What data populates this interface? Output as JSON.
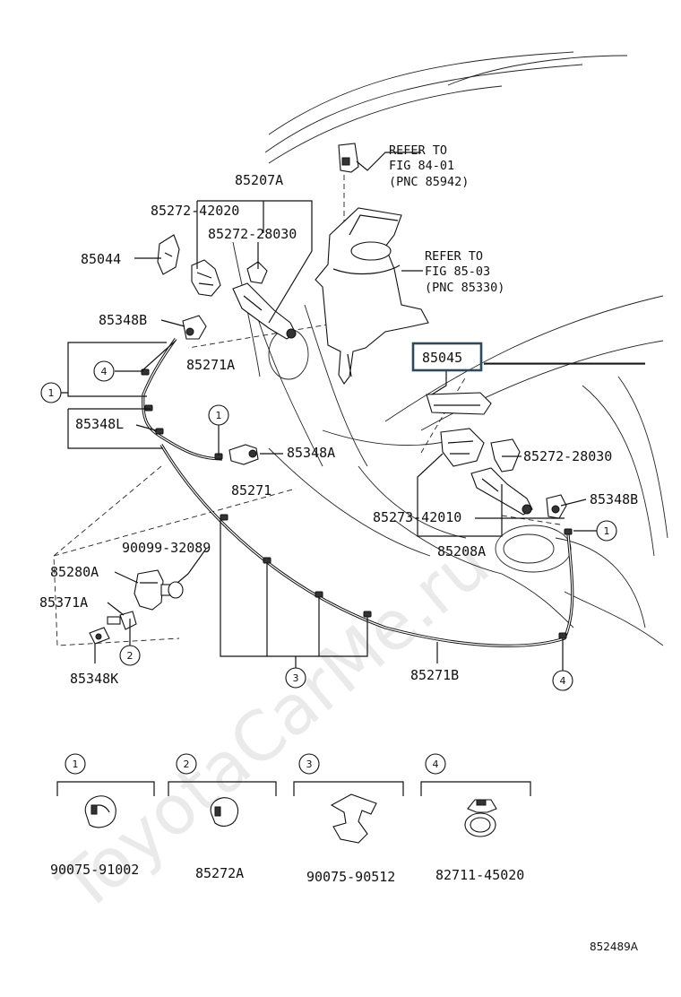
{
  "watermark": "ToyotaCarMe.ru",
  "figure_code": "852489A",
  "highlight_color": "#2e4a5a",
  "notes": {
    "refer_84": {
      "line1": "REFER TO",
      "line2": "FIG 84-01",
      "line3": "(PNC 85942)"
    },
    "refer_85": {
      "line1": "REFER TO",
      "line2": "FIG 85-03",
      "line3": "(PNC 85330)"
    }
  },
  "part_labels": {
    "p85207A": "85207A",
    "p85272_42020": "85272-42020",
    "p85272_28030_top": "85272-28030",
    "p85044": "85044",
    "p85348B_left": "85348B",
    "p85271A": "85271A",
    "p85348L": "85348L",
    "p85348A": "85348A",
    "p85271": "85271",
    "p85045": "85045",
    "p85272_28030_right": "85272-28030",
    "p85348B_right": "85348B",
    "p85273_42010": "85273-42010",
    "p85208A": "85208A",
    "p90099_32089": "90099-32089",
    "p85280A": "85280A",
    "p85371A": "85371A",
    "p85348K": "85348K",
    "p85271B": "85271B"
  },
  "callouts": {
    "c1": "1",
    "c2": "2",
    "c3": "3",
    "c4": "4"
  },
  "legend": [
    {
      "number": "1",
      "part": "90075-91002"
    },
    {
      "number": "2",
      "part": "85272A"
    },
    {
      "number": "3",
      "part": "90075-90512"
    },
    {
      "number": "4",
      "part": "82711-45020"
    }
  ]
}
